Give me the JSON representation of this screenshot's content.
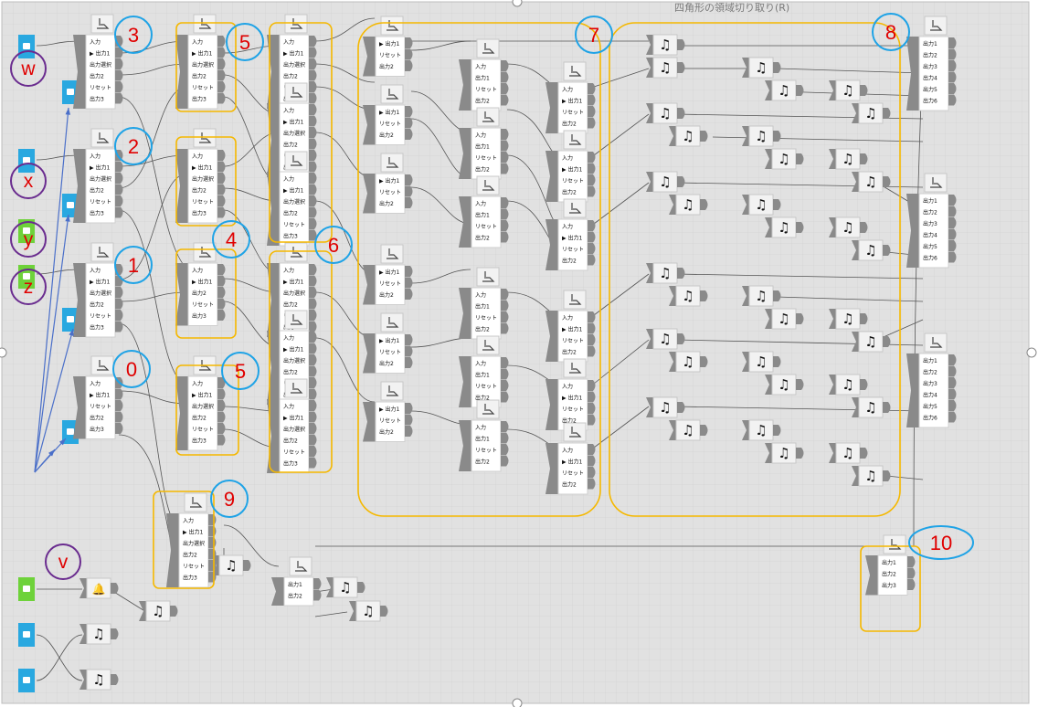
{
  "menu_hint": "四角形の領域切り取り(R)",
  "nodes": [
    {
      "id": "3",
      "outputs": [
        "出力1",
        "出力選択",
        "出力2",
        "リセット",
        "出力3"
      ]
    },
    {
      "id": "2",
      "outputs": [
        "出力1",
        "出力選択",
        "出力2",
        "リセット",
        "出力3"
      ]
    },
    {
      "id": "1",
      "outputs": [
        "出力1",
        "出力選択",
        "出力2",
        "リセット",
        "出力3"
      ]
    },
    {
      "id": "0",
      "outputs": [
        "出力1",
        "リセット",
        "出力2",
        "出力3"
      ]
    }
  ],
  "labels": {
    "input": "入力",
    "out1": "▶ 出力1",
    "out1b": "出力1",
    "select": "出力選択",
    "out2": "出力2",
    "reset": "リセット",
    "out3": "出力3",
    "out4": "出力4",
    "out5": "出力5",
    "out6": "出力6"
  },
  "group_numbers": [
    "0",
    "1",
    "2",
    "3",
    "4",
    "5",
    "5",
    "6",
    "7",
    "8",
    "9",
    "10"
  ],
  "variables": [
    "w",
    "x",
    "y",
    "z",
    "v"
  ],
  "colors": {
    "group_box": "#f5b800",
    "number_circle": "#1fa3e6",
    "number_text": "#e00000",
    "variable_circle": "#6a2c8f",
    "variable_text": "#c00000",
    "sensor_blue": "#29a8e0",
    "sensor_green": "#6ed23a",
    "arrow": "#4a6fc9"
  }
}
